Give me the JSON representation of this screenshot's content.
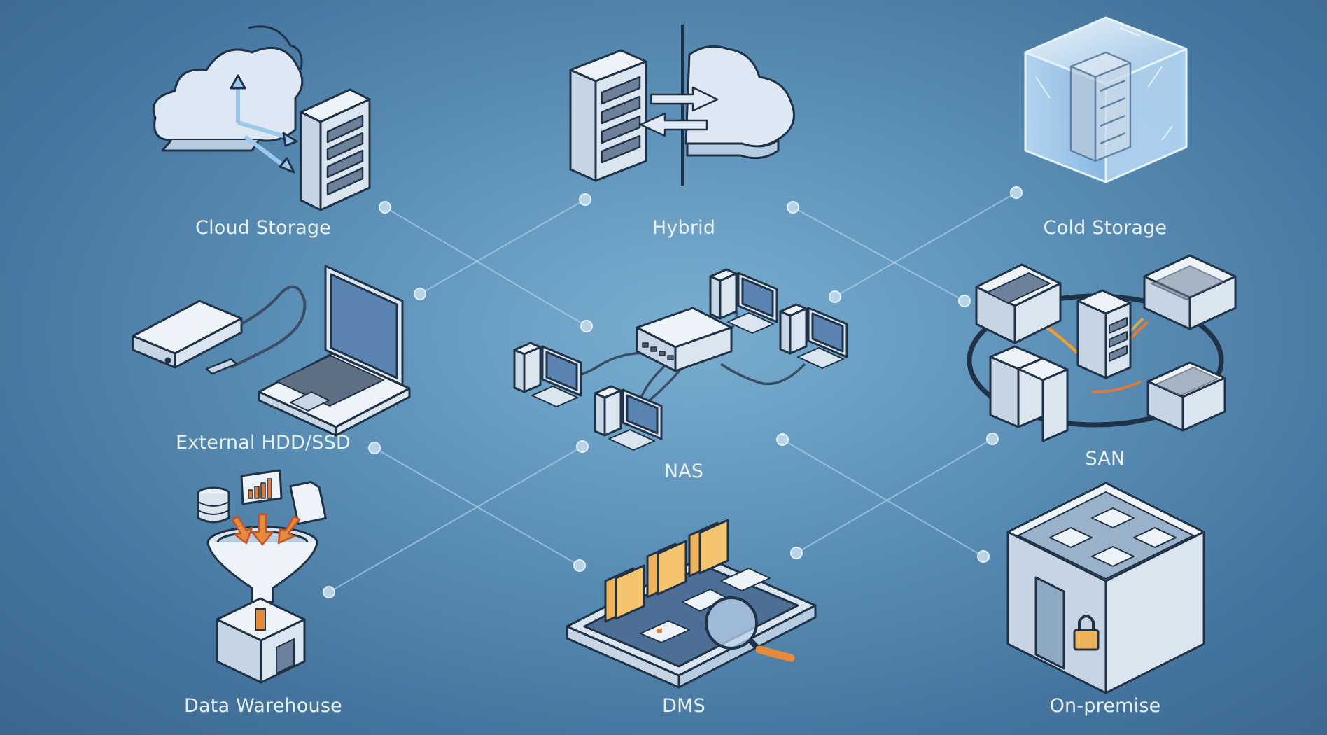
{
  "nodes": {
    "cloud_storage": "Cloud Storage",
    "hybrid": "Hybrid",
    "cold_storage": "Cold Storage",
    "external": "External HDD/SSD",
    "nas": "NAS",
    "san": "SAN",
    "data_warehouse": "Data Warehouse",
    "dms": "DMS",
    "on_premise": "On-premise"
  },
  "colors": {
    "background": "#5a8fb8",
    "device_fill": "#dbe5f1",
    "outline": "#1f3247",
    "accent": "#e58a3c",
    "folder": "#efb25a",
    "ice": "#cfe6fb"
  },
  "icons": {
    "cloud_storage": "cloud-server-sync-icon",
    "hybrid": "server-cloud-split-icon",
    "cold_storage": "server-in-ice-cube-icon",
    "external": "hdd-laptop-icon",
    "nas": "nas-network-icon",
    "san": "san-ring-icon",
    "data_warehouse": "data-funnel-warehouse-icon",
    "dms": "folders-tablet-magnifier-icon",
    "on_premise": "locked-server-room-icon"
  }
}
